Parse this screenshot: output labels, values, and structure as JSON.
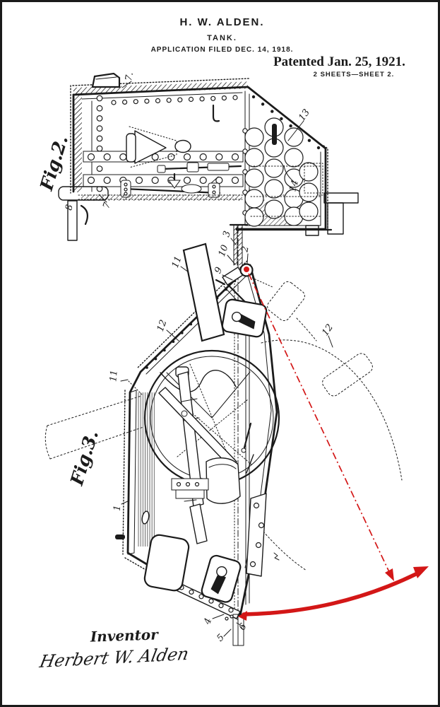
{
  "colors": {
    "ink": "#1b1b1b",
    "paper": "#ffffff",
    "annotation": "#d31717"
  },
  "header": {
    "inventor": "H. W. ALDEN.",
    "title": "TANK.",
    "application": "APPLICATION FILED DEC. 14, 1918.",
    "patented": "Patented Jan. 25, 1921.",
    "sheets": "2 SHEETS—SHEET 2."
  },
  "figures": {
    "fig2": {
      "label": "Fig.2.",
      "refs": {
        "n7_top": "7.",
        "n13": "13",
        "n14": "14",
        "n8": "8",
        "n7_bottom": "7"
      }
    },
    "fig3": {
      "label": "Fig.3.",
      "refs": {
        "n3": "3",
        "n10": "10",
        "n2": "2",
        "n9": "9",
        "n11_gun": "11",
        "n12_door": "12",
        "n12_arc": "12",
        "n11_side": "11",
        "n1": "1",
        "n4": "4",
        "n5": "5",
        "n6": "6"
      }
    }
  },
  "footer": {
    "caption": "Inventor",
    "signature": "Herbert W. Alden"
  }
}
